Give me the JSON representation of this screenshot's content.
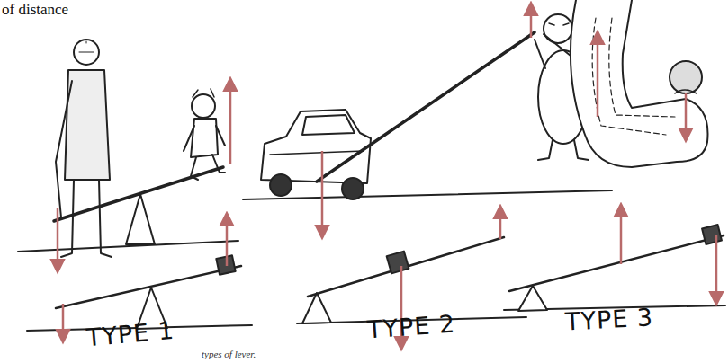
{
  "diagram": {
    "caption": "types of lever.",
    "labels": [
      "of distance",
      "TYPE 1",
      "TYPE 2",
      "TYPE 3"
    ]
  }
}
